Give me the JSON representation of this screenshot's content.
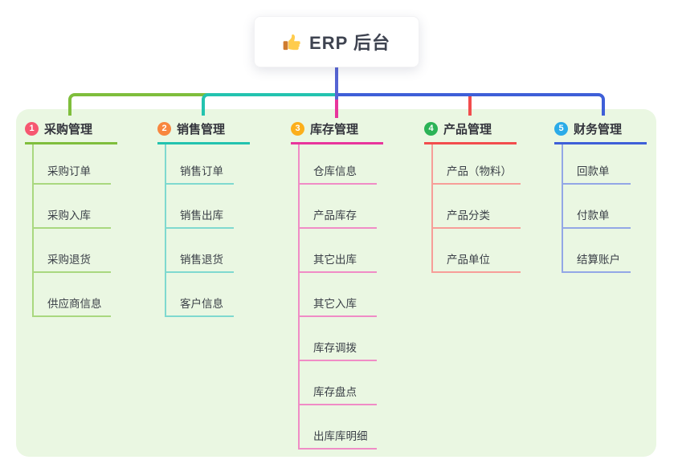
{
  "root": {
    "title": "ERP 后台",
    "icon": "thumbs-up-icon"
  },
  "panel": {
    "background": "#eaf7e2"
  },
  "connector": {
    "main_color": "#5564d4"
  },
  "branches": [
    {
      "badge": "1",
      "label": "采购管理",
      "badge_color": "#f65770",
      "line_color": "#7fbe3c",
      "child_line_color": "#a9d87f",
      "children": [
        "采购订单",
        "采购入库",
        "采购退货",
        "供应商信息"
      ]
    },
    {
      "badge": "2",
      "label": "销售管理",
      "badge_color": "#f8873f",
      "line_color": "#23c3af",
      "child_line_color": "#7fd9cf",
      "children": [
        "销售订单",
        "销售出库",
        "销售退货",
        "客户信息"
      ]
    },
    {
      "badge": "3",
      "label": "库存管理",
      "badge_color": "#fcaf1b",
      "line_color": "#e8359c",
      "child_line_color": "#f08cc6",
      "children": [
        "仓库信息",
        "产品库存",
        "其它出库",
        "其它入库",
        "库存调拨",
        "库存盘点",
        "出库库明细"
      ]
    },
    {
      "badge": "4",
      "label": "产品管理",
      "badge_color": "#2bb356",
      "line_color": "#f24d4d",
      "child_line_color": "#f79e98",
      "children": [
        "产品（物料）",
        "产品分类",
        "产品单位"
      ]
    },
    {
      "badge": "5",
      "label": "财务管理",
      "badge_color": "#2babe8",
      "line_color": "#3e5fd8",
      "child_line_color": "#93a7e6",
      "children": [
        "回款单",
        "付款单",
        "结算账户"
      ]
    }
  ]
}
